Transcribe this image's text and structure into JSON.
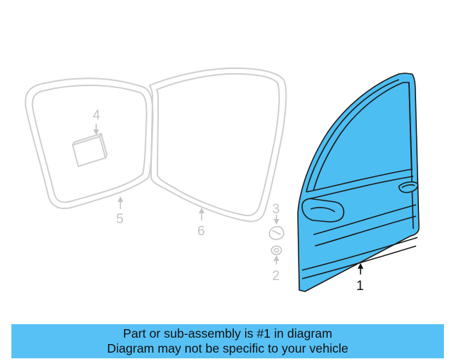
{
  "diagram": {
    "accent_color": "#4dbef2",
    "ghost_color": "#cfcfcf",
    "callouts": {
      "part1": "1",
      "part2": "2",
      "part3": "3",
      "part4": "4",
      "part5": "5",
      "part6": "6"
    }
  },
  "banner": {
    "line1": "Part or sub-assembly is #1 in diagram",
    "line2": "Diagram may not be specific to your vehicle"
  }
}
